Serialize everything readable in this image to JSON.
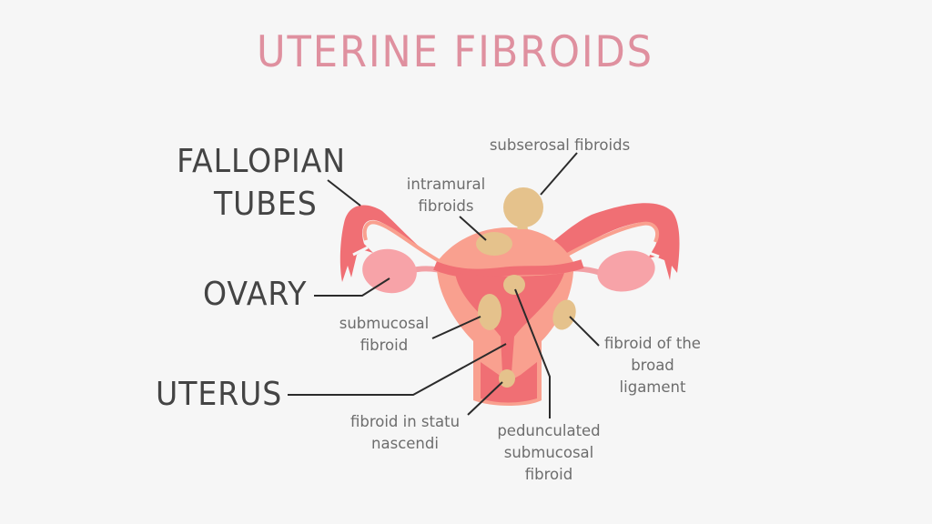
{
  "title": "UTERINE FIBROIDS",
  "anatomy_labels": {
    "fallopian_tubes_line1": "FALLOPIAN",
    "fallopian_tubes_line2": "TUBES",
    "ovary": "OVARY",
    "uterus": "UTERUS"
  },
  "fibroid_labels": {
    "subserosal": "subserosal fibroids",
    "intramural_line1": "intramural",
    "intramural_line2": "fibroids",
    "submucosal_line1": "submucosal",
    "submucosal_line2": "fibroid",
    "statu_nascendi_line1": "fibroid in statu",
    "statu_nascendi_line2": "nascendi",
    "pedunculated_line1": "pedunculated",
    "pedunculated_line2": "submucosal",
    "pedunculated_line3": "fibroid",
    "broad_ligament_line1": "fibroid of the",
    "broad_ligament_line2": "broad",
    "broad_ligament_line3": "ligament"
  },
  "colors": {
    "title": "#df909f",
    "big_label": "#444444",
    "small_label": "#6d6d6d",
    "background": "#f6f6f6",
    "tube_dark": "#f06f74",
    "tissue_light": "#f9a08f",
    "ovary": "#f7a3a8",
    "fibroid": "#e5c28c",
    "leader_line": "#2b2b2b"
  }
}
